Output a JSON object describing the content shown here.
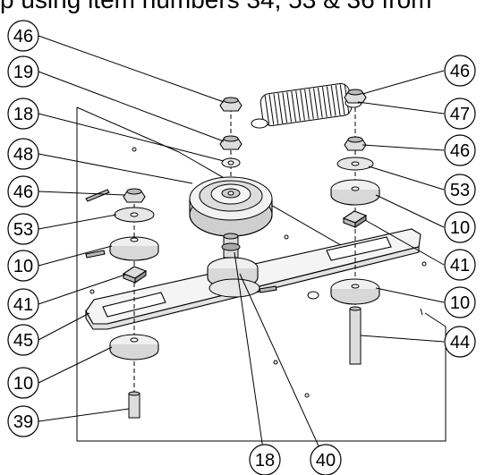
{
  "caption": "p using item numbers 34, 53 & 36 from",
  "callouts": {
    "left_46_top": "46",
    "left_19": "19",
    "left_18": "18",
    "left_48": "48",
    "left_46_mid": "46",
    "left_53": "53",
    "left_10_a": "10",
    "left_41": "41",
    "left_45": "45",
    "left_10_b": "10",
    "left_39": "39",
    "right_46_top": "46",
    "right_47": "47",
    "right_46_mid": "46",
    "right_53": "53",
    "right_10_a": "10",
    "right_41": "41",
    "right_10_b": "10",
    "right_44": "44",
    "bottom_18": "18",
    "bottom_40": "40"
  }
}
